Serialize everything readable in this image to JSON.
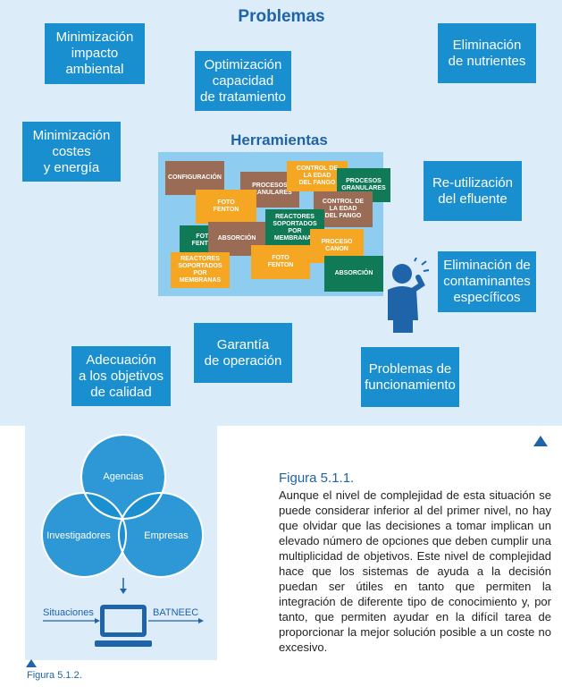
{
  "top": {
    "problems_title": "Problemas",
    "tools_title": "Herramientas",
    "problems": [
      {
        "key": "p1",
        "text": "Minimización\nimpacto\nambiental"
      },
      {
        "key": "p2",
        "text": "Optimización\ncapacidad\nde tratamiento"
      },
      {
        "key": "p3",
        "text": "Eliminación\nde nutrientes"
      },
      {
        "key": "p4",
        "text": "Minimización\ncostes\ny energía"
      },
      {
        "key": "p5",
        "text": "Re-utilización\ndel efluente"
      },
      {
        "key": "p6",
        "text": "Eliminación de\ncontaminantes\nespecíficos"
      },
      {
        "key": "p7",
        "text": "Adecuación\na los objetivos\nde calidad"
      },
      {
        "key": "p8",
        "text": "Garantía\nde operación"
      },
      {
        "key": "p9",
        "text": "Problemas de\nfuncionamiento"
      }
    ],
    "tools": [
      {
        "text": "CONFIGURACIÓN",
        "color": "brown"
      },
      {
        "text": "PROCESOS\nGRANULARES",
        "color": "brown"
      },
      {
        "text": "CONTROL DE\nLA EDAD\nDEL FANGO",
        "color": "orange"
      },
      {
        "text": "PROCESOS\nGRANULARES",
        "color": "green"
      },
      {
        "text": "FOTO\nFENTON",
        "color": "orange"
      },
      {
        "text": "CONTROL DE\nLA EDAD\nDEL FANGO",
        "color": "brown"
      },
      {
        "text": "REACTORES\nSOPORTADOS POR\nMEMBRANAS",
        "color": "green"
      },
      {
        "text": "FOTO\nFENTON",
        "color": "green"
      },
      {
        "text": "ABSORCIÓN",
        "color": "brown"
      },
      {
        "text": "PROCESO\nCANON",
        "color": "orange"
      },
      {
        "text": "REACTORES\nSOPORTADOS POR\nMEMBRANAS",
        "color": "orange"
      },
      {
        "text": "FOTO\nFENTON",
        "color": "orange"
      },
      {
        "text": "ABSORCIÓN",
        "color": "green"
      }
    ]
  },
  "figure2": {
    "circle_agencias": "Agencias",
    "circle_investigadores": "Investigadores",
    "circle_empresas": "Empresas",
    "situaciones": "Situaciones",
    "batneec": "BATNEEC",
    "label": "Figura 5.1.2."
  },
  "figure1": {
    "label": "Figura 5.1.1.",
    "caption": "Aunque el nivel de complejidad de esta situación se puede considerar inferior al del primer nivel, no hay que olvidar que las decisiones a tomar implican un elevado número de opciones que deben cumplir una multiplicidad de objetivos. Este nivel de complejidad hace que los sistemas de ayuda a la decisión puedan ser útiles en tanto que permiten la integración de diferente tipo de conocimiento y, por tanto, que permiten ayudar en la difícil tarea de proporcionar la mejor solución posible a un coste no excesivo."
  },
  "colors": {
    "box_blue": "#1a8fd0",
    "title_blue": "#1f63a8",
    "panel_bg": "#dcecf8",
    "brown": "#9a6b55",
    "orange": "#f5a623",
    "green": "#0f7a55",
    "circle": "#1a8fd0"
  },
  "icons": [
    "thinking-person-icon",
    "computer-monitor-icon",
    "arrow-down-icon",
    "arrow-right-icon",
    "triangle-marker-icon"
  ]
}
